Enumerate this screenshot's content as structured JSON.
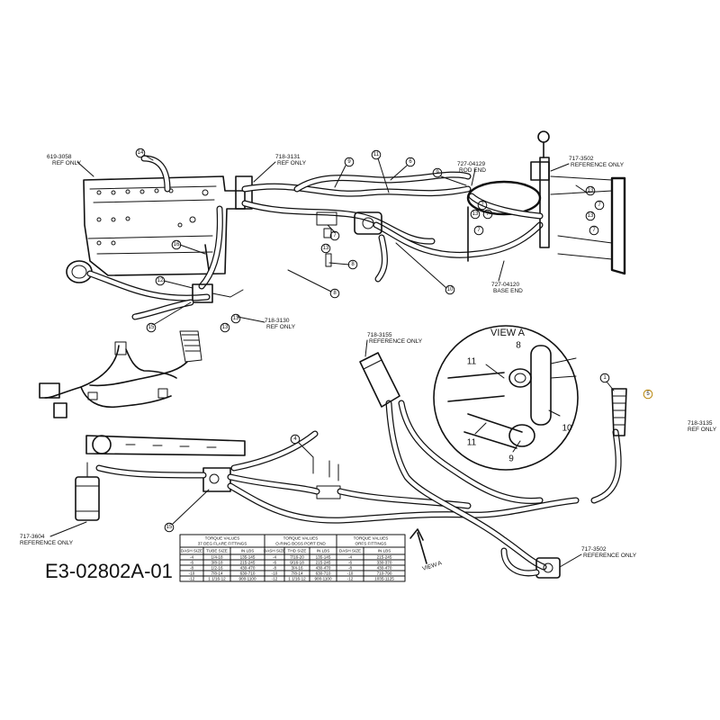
{
  "drawing_code": "E3-02802A-01",
  "reference_labels": [
    {
      "id": "ref-619-3058",
      "lines": [
        "619-3058",
        "REF ONLY"
      ]
    },
    {
      "id": "ref-718-3131",
      "lines": [
        "718-3131",
        "REF ONLY"
      ]
    },
    {
      "id": "ref-727-04129",
      "lines": [
        "727-04129",
        "ROD END"
      ]
    },
    {
      "id": "ref-717-3502-top",
      "lines": [
        "717-3502",
        "REFERENCE ONLY"
      ]
    },
    {
      "id": "ref-727-04120",
      "lines": [
        "727-04120",
        "BASE END"
      ]
    },
    {
      "id": "ref-718-3130",
      "lines": [
        "718-3130",
        "REF ONLY"
      ]
    },
    {
      "id": "ref-718-3155",
      "lines": [
        "718-3155",
        "REFERENCE ONLY"
      ]
    },
    {
      "id": "ref-718-3135",
      "lines": [
        "718-3135",
        "REF ONLY"
      ]
    },
    {
      "id": "ref-717-3604",
      "lines": [
        "717-3604",
        "REFERENCE ONLY"
      ]
    },
    {
      "id": "ref-717-3502-bottom",
      "lines": [
        "717-3502",
        "REFERENCE ONLY"
      ]
    }
  ],
  "callouts": {
    "c1": "14",
    "c2": "9",
    "c3": "11",
    "c4": "6",
    "c5": "9",
    "c6": "13",
    "c7": "7",
    "c8": "7",
    "c9": "13",
    "c10": "7",
    "c11": "13",
    "c12": "7",
    "c13": "7",
    "c14": "7",
    "c15": "13",
    "c16": "8",
    "c17": "10",
    "c18": "8",
    "c19": "16",
    "c20": "12",
    "c21": "13",
    "c22": "15",
    "c23": "13",
    "c24": "1",
    "c25": "5",
    "c26": "4",
    "c27": "15"
  },
  "view_a": {
    "title": "VIEW A",
    "numbers": {
      "n8": "8",
      "n11a": "11",
      "n11b": "11",
      "n10": "10",
      "n9": "9"
    }
  },
  "view_a_arrow_label": "VIEW A",
  "torque_tables": [
    {
      "title": [
        "TORQUE VALUES",
        "37 DEG FLARE FITTINGS"
      ],
      "headers": [
        "DASH SIZE",
        "TUBE SIZE",
        "IN LBS"
      ],
      "rows": [
        [
          "-4",
          "1/4-18",
          "135-145"
        ],
        [
          "-6",
          "3/8-18",
          "215-245"
        ],
        [
          "-8",
          "1/2-16",
          "430-470"
        ],
        [
          "-10",
          "7/8-14",
          "630-710"
        ],
        [
          "-12",
          "1 1/16-12",
          "900-1100"
        ]
      ]
    },
    {
      "title": [
        "TORQUE VALUES",
        "O-RING BOSS PORT END"
      ],
      "headers": [
        "DASH SIZE",
        "THD SIZE",
        "IN LBS"
      ],
      "rows": [
        [
          "-4",
          "7/16-20",
          "135-145"
        ],
        [
          "-6",
          "9/16-18",
          "215-245"
        ],
        [
          "-8",
          "3/4-16",
          "430-470"
        ],
        [
          "-10",
          "7/8-14",
          "630-710"
        ],
        [
          "-12",
          "1 1/16-12",
          "900-1100"
        ]
      ]
    },
    {
      "title": [
        "TORQUE VALUES",
        "ORFS FITTINGS"
      ],
      "headers": [
        "DASH SIZE",
        "IN LBS"
      ],
      "rows": [
        [
          "-4",
          "215-245"
        ],
        [
          "-6",
          "330-370"
        ],
        [
          "-8",
          "430-470"
        ],
        [
          "-10",
          "710-790"
        ],
        [
          "-12",
          "1035-1125"
        ]
      ]
    }
  ]
}
